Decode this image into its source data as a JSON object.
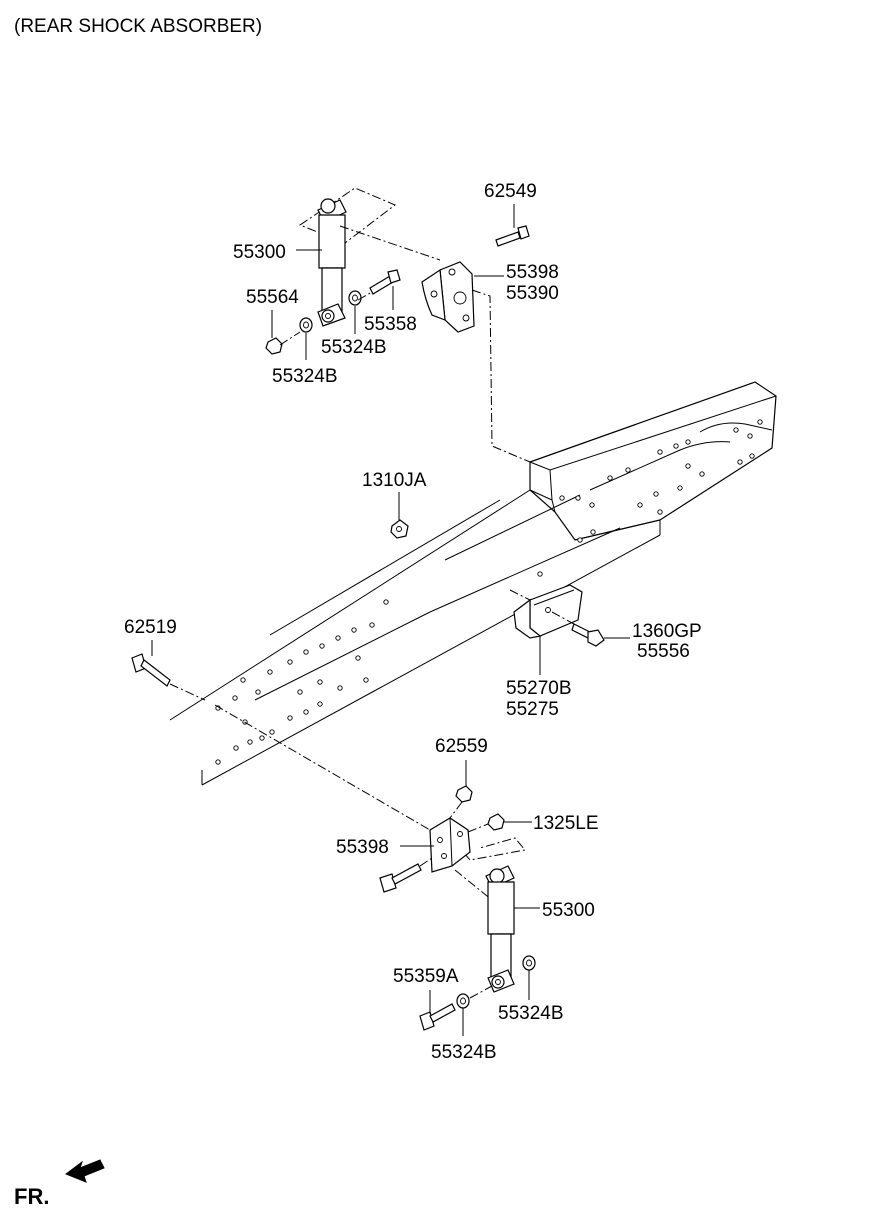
{
  "title": "(REAR SHOCK ABSORBER)",
  "direction_label": "FR.",
  "labels": {
    "p62549": "62549",
    "p55300_top": "55300",
    "p55398_top": "55398",
    "p55390": "55390",
    "p55564": "55564",
    "p55358": "55358",
    "p55324b_a": "55324B",
    "p55324b_b": "55324B",
    "p1310ja": "1310JA",
    "p62519": "62519",
    "p1360gp": "1360GP",
    "p55556": "55556",
    "p55270b": "55270B",
    "p55275": "55275",
    "p62559": "62559",
    "p1325le": "1325LE",
    "p55398_bot": "55398",
    "p55300_bot": "55300",
    "p55359a": "55359A",
    "p55324b_c": "55324B",
    "p55324b_d": "55324B"
  }
}
